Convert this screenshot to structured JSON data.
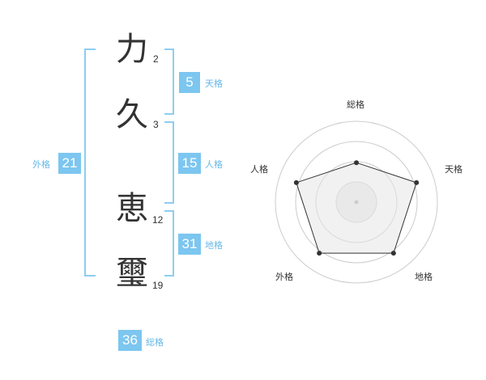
{
  "name": {
    "chars": [
      {
        "char": "力",
        "strokes": "2"
      },
      {
        "char": "久",
        "strokes": "3"
      },
      {
        "char": "恵",
        "strokes": "12"
      },
      {
        "char": "璽",
        "strokes": "19"
      }
    ]
  },
  "fortunes": {
    "ten": {
      "value": "5",
      "label": "天格"
    },
    "jin": {
      "value": "15",
      "label": "人格"
    },
    "chi": {
      "value": "31",
      "label": "地格"
    },
    "gai": {
      "value": "21",
      "label": "外格"
    },
    "so": {
      "value": "36",
      "label": "総格"
    }
  },
  "colors": {
    "accent": "#7cc6f0",
    "bracket": "#8ecdf0",
    "label": "#66b8e8"
  },
  "chart_data": {
    "type": "radar",
    "axes": [
      "総格",
      "天格",
      "地格",
      "外格",
      "人格"
    ],
    "rings": 4,
    "max": 5,
    "values": [
      3,
      5,
      5,
      5,
      5
    ]
  }
}
